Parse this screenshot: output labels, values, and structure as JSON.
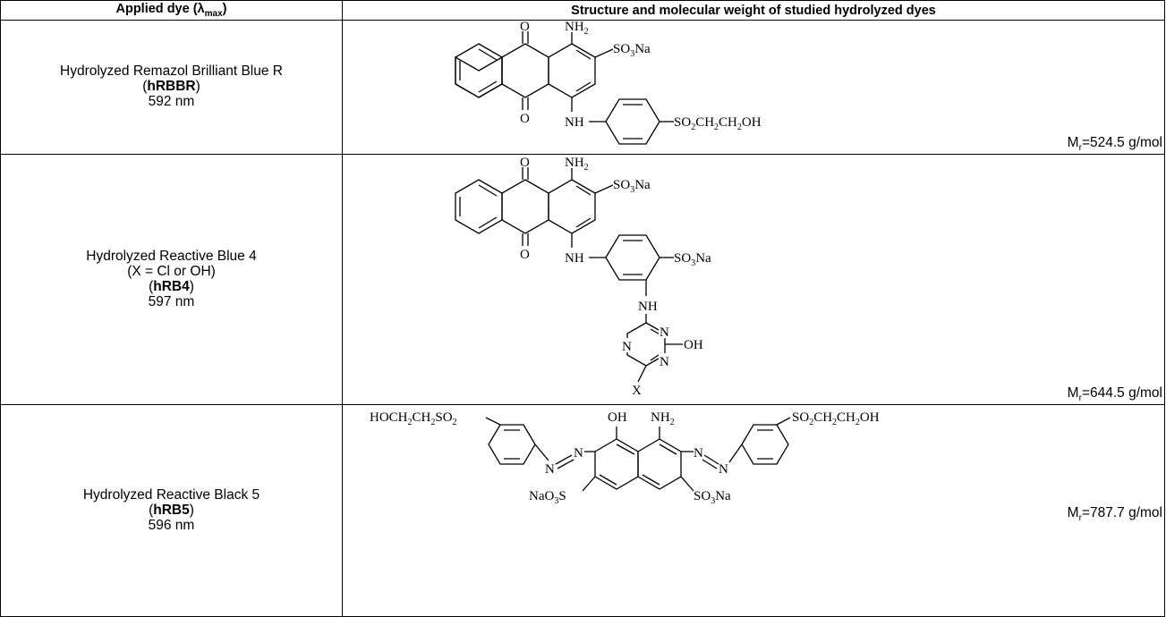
{
  "table": {
    "header": {
      "col1_prefix": "Applied dye (",
      "col1_lambda": "λ",
      "col1_sub": "max",
      "col1_suffix": ")",
      "col2": "Structure and molecular weight of studied hydrolyzed dyes"
    },
    "rows": [
      {
        "name_line1": "Hydrolyzed Remazol Brilliant Blue R",
        "abbr_open": "(",
        "abbr": "hRBBR",
        "abbr_close": ")",
        "wavelength": "592 nm",
        "mw_prefix": "M",
        "mw_sub": "r",
        "mw_value": "=524.5 g/mol",
        "structure_labels": {
          "o_top": "O",
          "o_bottom": "O",
          "nh2": "NH",
          "nh2_sub": "2",
          "so3na": "SO",
          "so3na_sub": "3",
          "so3na_tail": "Na",
          "nh": "NH",
          "sidechain_1": "SO",
          "sidechain_s1": "2",
          "sidechain_2": "CH",
          "sidechain_s2": "2",
          "sidechain_3": "CH",
          "sidechain_s3": "2",
          "sidechain_4": "OH"
        }
      },
      {
        "name_line1": "Hydrolyzed Reactive Blue 4",
        "name_line2": "(X = Cl or OH)",
        "abbr_open": "(",
        "abbr": "hRB4",
        "abbr_close": ")",
        "wavelength": "597 nm",
        "mw_prefix": "M",
        "mw_sub": "r",
        "mw_value": "=644.5 g/mol",
        "structure_labels": {
          "o_top": "O",
          "o_bottom": "O",
          "nh2": "NH",
          "nh2_sub": "2",
          "so3na": "SO",
          "so3na_sub": "3",
          "so3na_tail": "Na",
          "nh": "NH",
          "so3na_2": "SO",
          "so3na_2_sub": "3",
          "so3na_2_tail": "Na",
          "nh_link": "NH",
          "n1": "N",
          "n2": "N",
          "n3": "N",
          "oh": "OH",
          "x": "X"
        }
      },
      {
        "name_line1": "Hydrolyzed Reactive Black 5",
        "abbr_open": "(",
        "abbr": "hRB5",
        "abbr_close": ")",
        "wavelength": "596 nm",
        "mw_prefix": "M",
        "mw_sub": "r",
        "mw_value": "=787.7 g/mol",
        "structure_labels": {
          "left_chain_1": "HOCH",
          "left_chain_s1": "2",
          "left_chain_2": "CH",
          "left_chain_s2": "2",
          "left_chain_3": "SO",
          "left_chain_s3": "2",
          "right_chain_1": "SO",
          "right_chain_s1": "2",
          "right_chain_2": "CH",
          "right_chain_s2": "2",
          "right_chain_3": "CH",
          "right_chain_s3": "2",
          "right_chain_4": "OH",
          "oh": "OH",
          "nh2": "NH",
          "nh2_sub": "2",
          "azo_n1": "N",
          "azo_n2": "N",
          "azo_n3": "N",
          "azo_n4": "N",
          "left_sulfo_1": "NaO",
          "left_sulfo_s1": "3",
          "left_sulfo_2": "S",
          "right_sulfo_1": "SO",
          "right_sulfo_s1": "3",
          "right_sulfo_2": "Na"
        }
      }
    ]
  }
}
